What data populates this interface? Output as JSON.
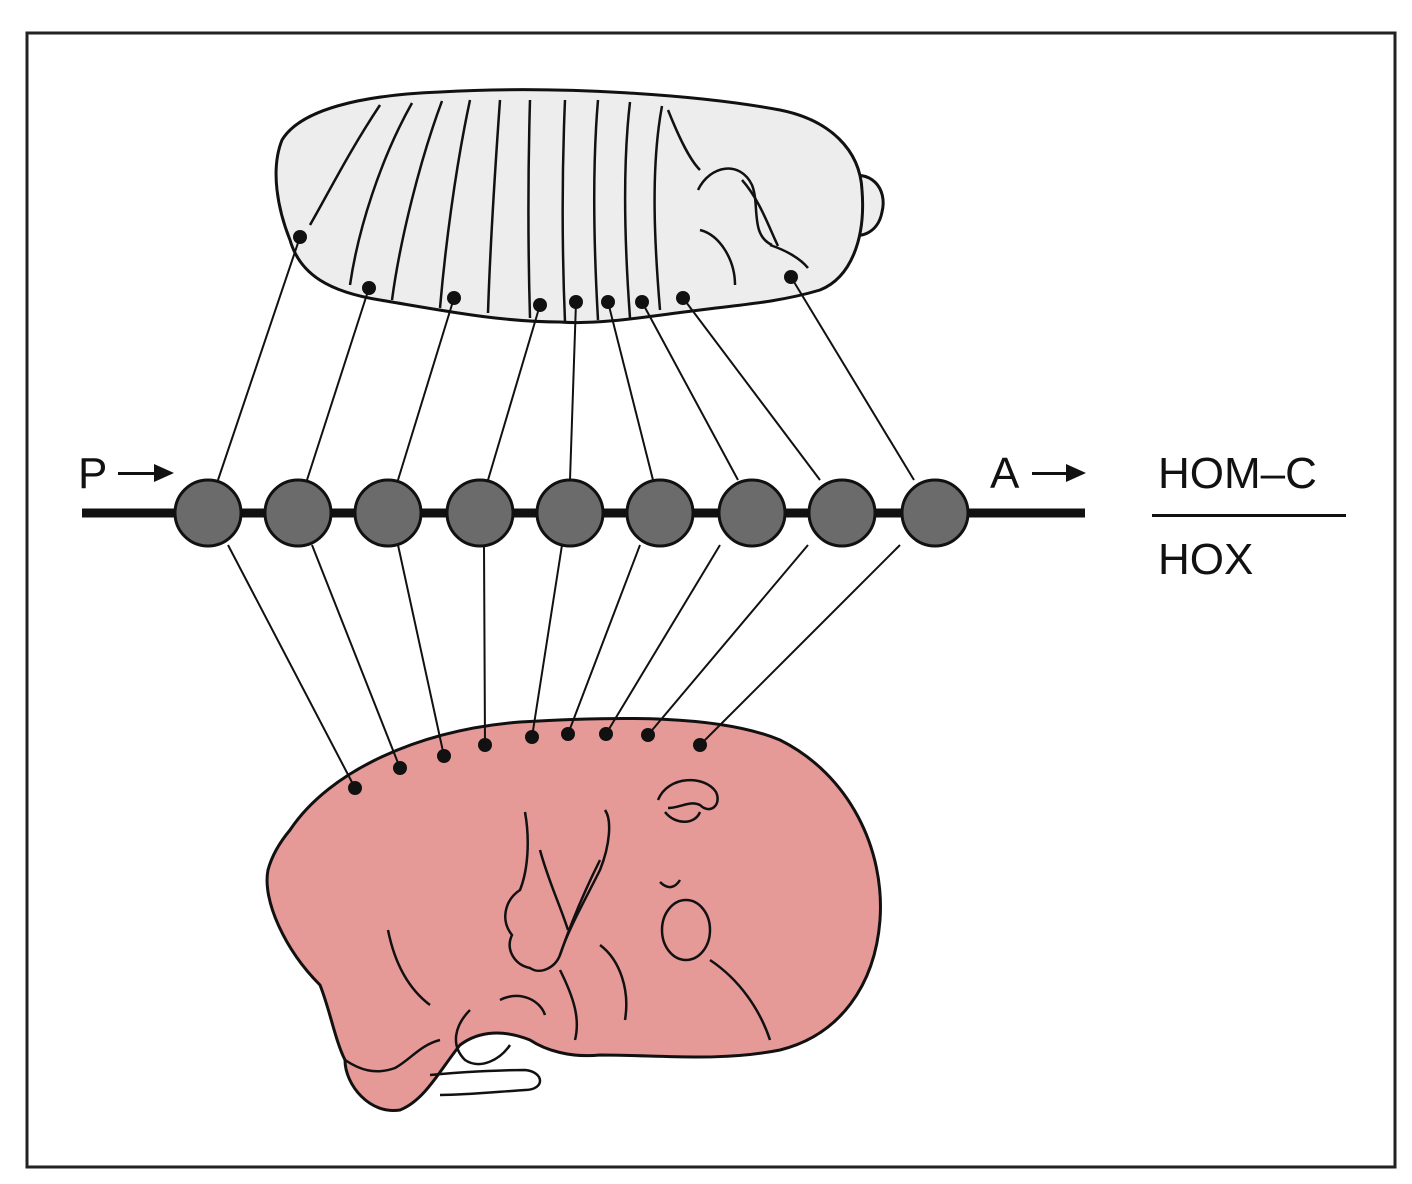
{
  "labels": {
    "posterior": "P",
    "anterior": "A",
    "top_complex": "HOM–C",
    "bottom_complex": "HOX"
  },
  "colors": {
    "frame": "#222222",
    "line": "#111111",
    "gene_fill": "#6b6b6b",
    "fly_fill": "#ededed",
    "mouse_fill": "#e69a98"
  },
  "icons": {
    "fly": "drosophila-embryo",
    "mouse": "mouse-embryo"
  },
  "gene_count": 9
}
